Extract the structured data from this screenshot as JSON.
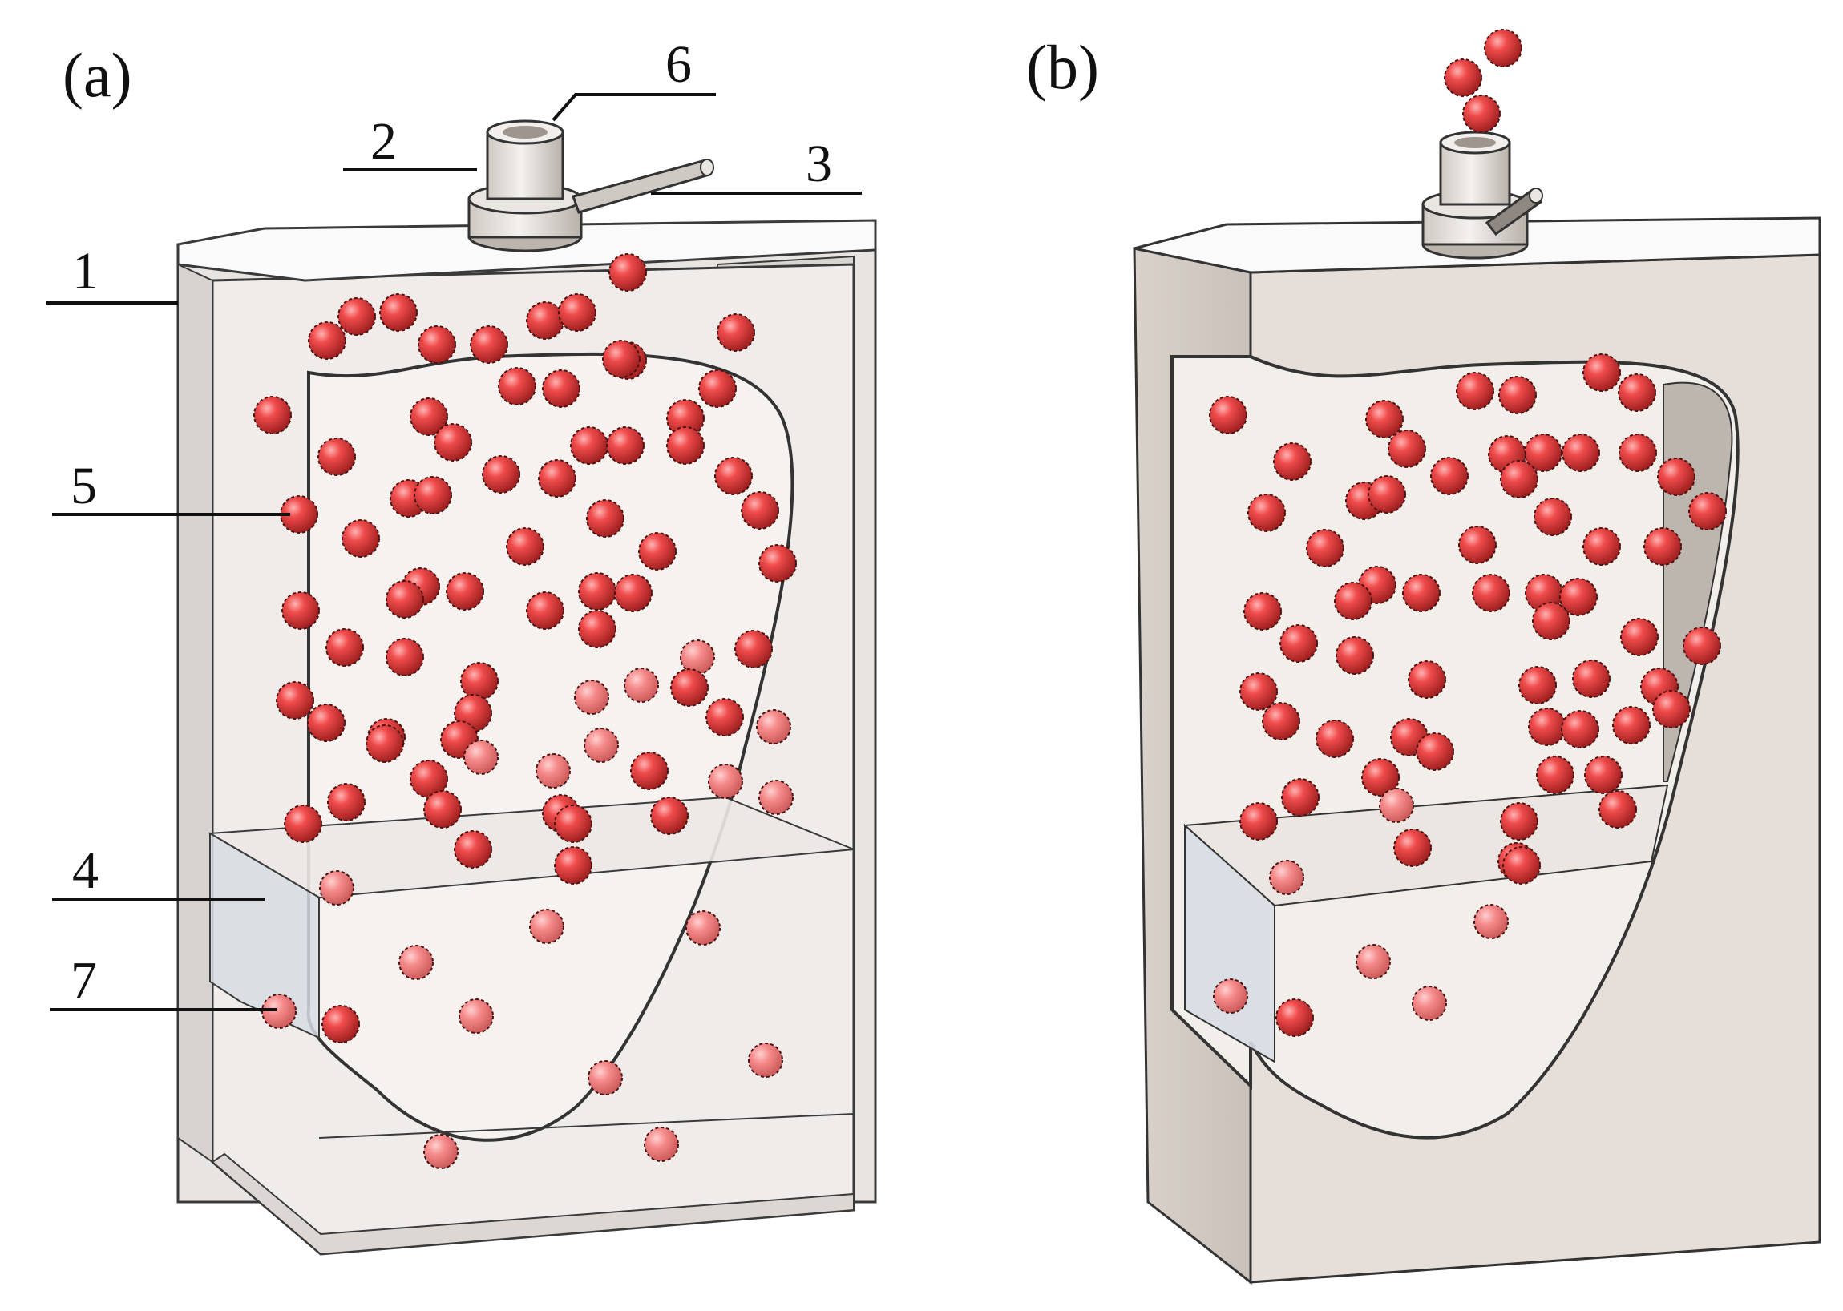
{
  "panels": [
    {
      "label": "(a)"
    },
    {
      "label": "(b)"
    }
  ],
  "callouts": [
    {
      "number": "1"
    },
    {
      "number": "2"
    },
    {
      "number": "3"
    },
    {
      "number": "4"
    },
    {
      "number": "5"
    },
    {
      "number": "6"
    },
    {
      "number": "7"
    }
  ],
  "colors": {
    "ball": "#e63d3d",
    "ball_dark": "#9e1f1f",
    "box_a_frame": "#e6e3e0",
    "box_b_body": "#e4ddd6",
    "stroke": "#2a2a2a"
  }
}
